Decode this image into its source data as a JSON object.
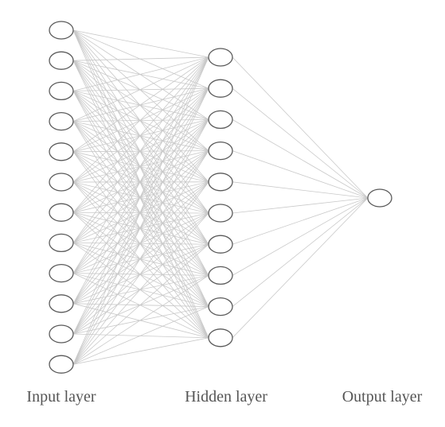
{
  "layers": [
    {
      "label": "Input layer",
      "neurons": 12
    },
    {
      "label": "Hidden layer",
      "neurons": 10
    },
    {
      "label": "Output layer",
      "neurons": 1
    }
  ],
  "colors": {
    "edge": "#c9c9c9",
    "neuron_stroke": "#5a5a5a",
    "neuron_fill": "#ffffff",
    "label": "#555555"
  }
}
